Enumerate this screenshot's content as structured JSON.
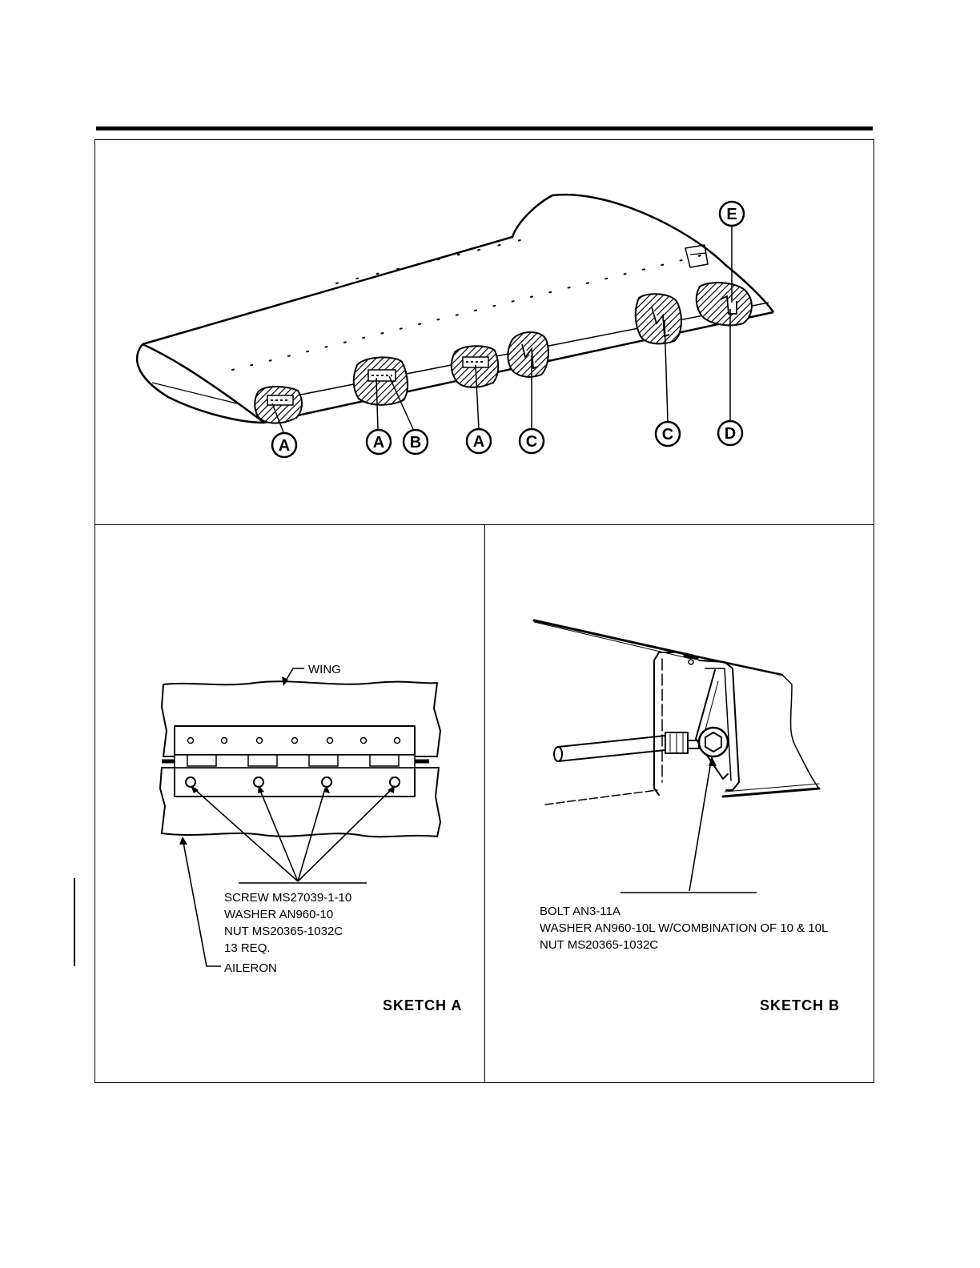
{
  "callouts": {
    "a1": "A",
    "a2": "A",
    "b": "B",
    "a3": "A",
    "c1": "C",
    "c2": "C",
    "d": "D",
    "e": "E"
  },
  "sketch_a": {
    "wing_label": "WING",
    "aileron_label": "AILERON",
    "note_lines": [
      "SCREW MS27039-1-10",
      "WASHER AN960-10",
      "NUT MS20365-1032C",
      "13 REQ."
    ],
    "title": "SKETCH A"
  },
  "sketch_b": {
    "note_lines": [
      "BOLT AN3-11A",
      "WASHER AN960-10L W/COMBINATION OF 10 & 10L",
      "NUT MS20365-1032C"
    ],
    "title": "SKETCH B"
  }
}
